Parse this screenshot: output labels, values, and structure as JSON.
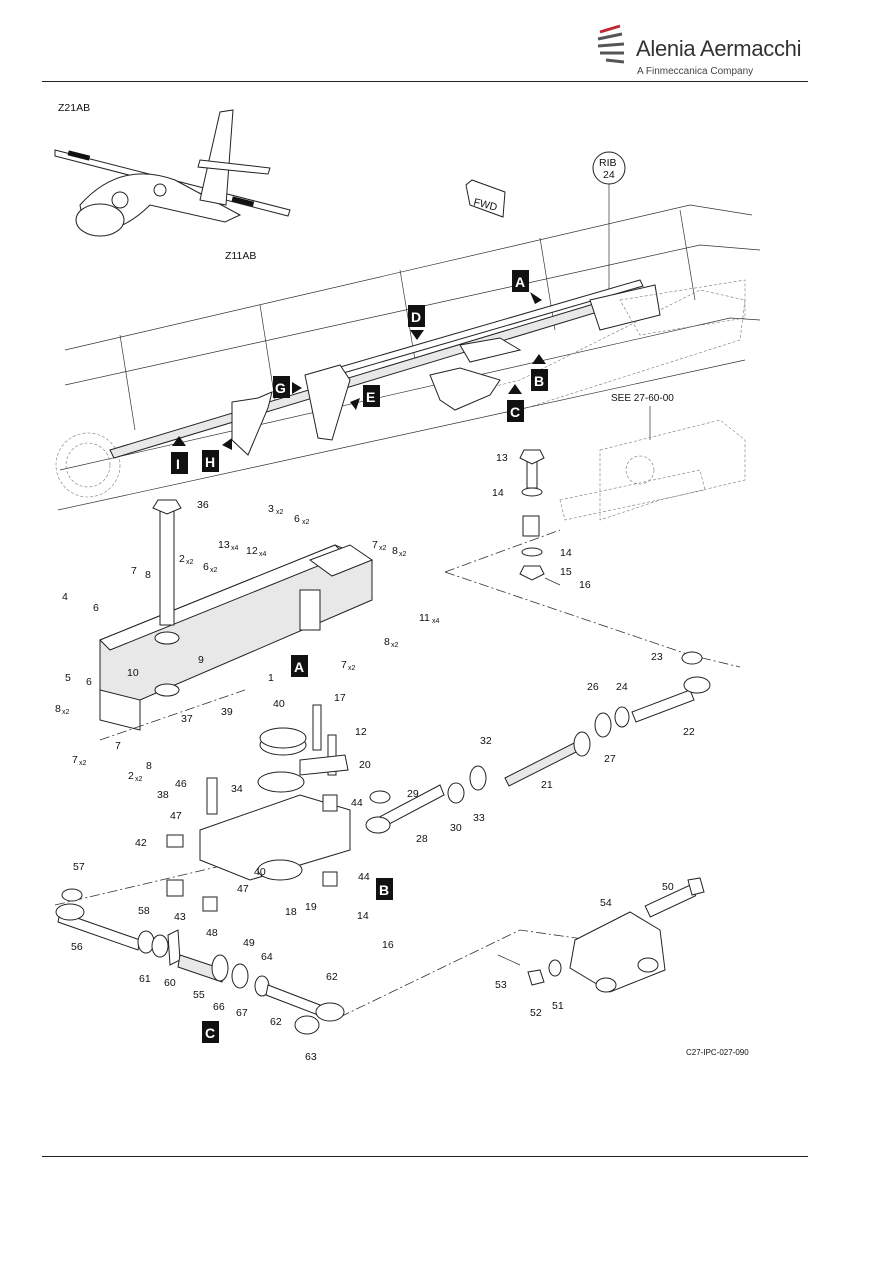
{
  "brand": {
    "name": "Alenia Aermacchi",
    "tagline": "A Finmeccanica Company"
  },
  "figure": {
    "figure_id": "C27-IPC-027-090",
    "zones": {
      "left": "Z21AB",
      "right": "Z11AB"
    },
    "rib": {
      "line1": "RIB",
      "line2": "24"
    },
    "fwd": "FWD",
    "see_ref": "SEE 27-60-00",
    "view_tags": [
      "A",
      "B",
      "C",
      "D",
      "E",
      "G",
      "H",
      "I"
    ],
    "callouts": {
      "c1": "1",
      "c2": "2",
      "c3": "3",
      "c4": "4",
      "c5": "5",
      "c6": "6",
      "c7": "7",
      "c8": "8",
      "c9": "9",
      "c10": "10",
      "c11": "11",
      "c12": "12",
      "c13": "13",
      "c14": "14",
      "c15": "15",
      "c16": "16",
      "c17": "17",
      "c18": "18",
      "c19": "19",
      "c20": "20",
      "c21": "21",
      "c22": "22",
      "c23": "23",
      "c24": "24",
      "c26": "26",
      "c27": "27",
      "c28": "28",
      "c29": "29",
      "c30": "30",
      "c32": "32",
      "c33": "33",
      "c34": "34",
      "c36": "36",
      "c37": "37",
      "c38": "38",
      "c39": "39",
      "c40": "40",
      "c42": "42",
      "c43": "43",
      "c44": "44",
      "c46": "46",
      "c47": "47",
      "c48": "48",
      "c49": "49",
      "c50": "50",
      "c51": "51",
      "c52": "52",
      "c53": "53",
      "c54": "54",
      "c55": "55",
      "c56": "56",
      "c57": "57",
      "c58": "58",
      "c60": "60",
      "c61": "61",
      "c62": "62",
      "c63": "63",
      "c64": "64",
      "c66": "66",
      "c67": "67"
    },
    "qty": {
      "x2": "x2",
      "x4": "x4"
    }
  }
}
